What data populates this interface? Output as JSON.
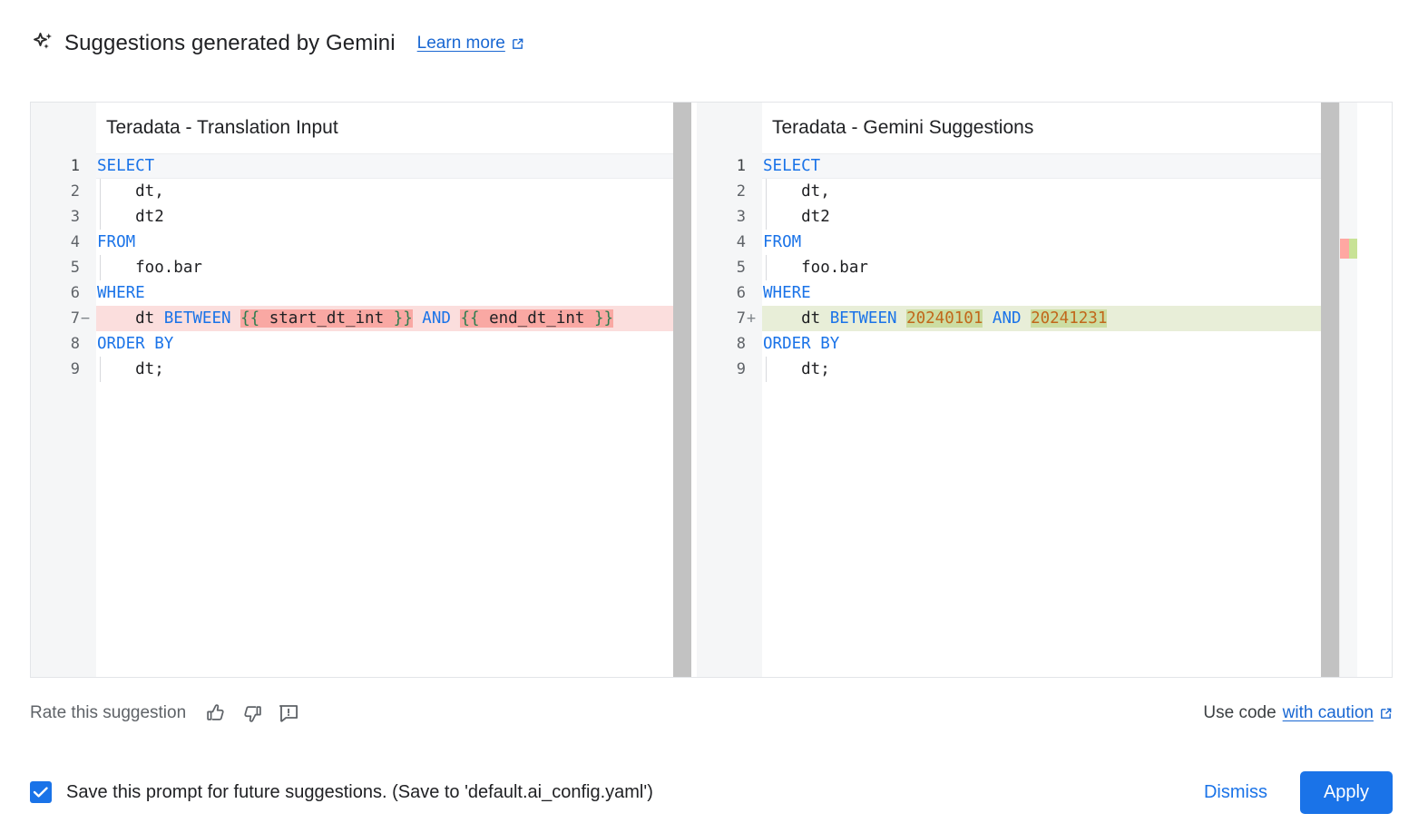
{
  "header": {
    "icon": "sparkle-icon",
    "title": "Suggestions generated by Gemini",
    "learn_more": "Learn more",
    "learn_more_icon": "external-link-icon"
  },
  "diff": {
    "left": {
      "title": "Teradata - Translation Input",
      "lines": [
        {
          "num": "1",
          "sign": "",
          "state": "current",
          "indented": false,
          "tokens": [
            {
              "t": "SELECT",
              "c": "kw"
            }
          ]
        },
        {
          "num": "2",
          "sign": "",
          "state": "",
          "indented": true,
          "tokens": [
            {
              "t": "    dt,",
              "c": "txt"
            }
          ]
        },
        {
          "num": "3",
          "sign": "",
          "state": "",
          "indented": true,
          "tokens": [
            {
              "t": "    dt2",
              "c": "txt"
            }
          ]
        },
        {
          "num": "4",
          "sign": "",
          "state": "",
          "indented": false,
          "tokens": [
            {
              "t": "FROM",
              "c": "kw"
            }
          ]
        },
        {
          "num": "5",
          "sign": "",
          "state": "",
          "indented": true,
          "tokens": [
            {
              "t": "    foo.bar",
              "c": "txt"
            }
          ]
        },
        {
          "num": "6",
          "sign": "",
          "state": "",
          "indented": false,
          "tokens": [
            {
              "t": "WHERE",
              "c": "kw"
            }
          ]
        },
        {
          "num": "7",
          "sign": "−",
          "state": "del",
          "indented": false,
          "tokens": [
            {
              "t": "    dt ",
              "c": "txt"
            },
            {
              "t": "BETWEEN",
              "c": "kw"
            },
            {
              "t": " ",
              "c": "txt"
            },
            {
              "t": "{{",
              "c": "brace",
              "hl": "hl-del"
            },
            {
              "t": " start_dt_int ",
              "c": "txt",
              "hl": "hl-del"
            },
            {
              "t": "}}",
              "c": "brace",
              "hl": "hl-del"
            },
            {
              "t": " ",
              "c": "txt"
            },
            {
              "t": "AND",
              "c": "kw"
            },
            {
              "t": " ",
              "c": "txt"
            },
            {
              "t": "{{",
              "c": "brace",
              "hl": "hl-del"
            },
            {
              "t": " end_dt_int ",
              "c": "txt",
              "hl": "hl-del"
            },
            {
              "t": "}}",
              "c": "brace",
              "hl": "hl-del"
            }
          ]
        },
        {
          "num": "8",
          "sign": "",
          "state": "",
          "indented": false,
          "tokens": [
            {
              "t": "ORDER BY",
              "c": "kw"
            }
          ]
        },
        {
          "num": "9",
          "sign": "",
          "state": "",
          "indented": true,
          "tokens": [
            {
              "t": "    dt;",
              "c": "txt"
            }
          ]
        }
      ]
    },
    "right": {
      "title": "Teradata - Gemini Suggestions",
      "lines": [
        {
          "num": "1",
          "sign": "",
          "state": "current",
          "indented": false,
          "tokens": [
            {
              "t": "SELECT",
              "c": "kw"
            }
          ]
        },
        {
          "num": "2",
          "sign": "",
          "state": "",
          "indented": true,
          "tokens": [
            {
              "t": "    dt,",
              "c": "txt"
            }
          ]
        },
        {
          "num": "3",
          "sign": "",
          "state": "",
          "indented": true,
          "tokens": [
            {
              "t": "    dt2",
              "c": "txt"
            }
          ]
        },
        {
          "num": "4",
          "sign": "",
          "state": "",
          "indented": false,
          "tokens": [
            {
              "t": "FROM",
              "c": "kw"
            }
          ]
        },
        {
          "num": "5",
          "sign": "",
          "state": "",
          "indented": true,
          "tokens": [
            {
              "t": "    foo.bar",
              "c": "txt"
            }
          ]
        },
        {
          "num": "6",
          "sign": "",
          "state": "",
          "indented": false,
          "tokens": [
            {
              "t": "WHERE",
              "c": "kw"
            }
          ]
        },
        {
          "num": "7",
          "sign": "+",
          "state": "ins",
          "indented": false,
          "tokens": [
            {
              "t": "    dt ",
              "c": "txt"
            },
            {
              "t": "BETWEEN",
              "c": "kw"
            },
            {
              "t": " ",
              "c": "txt"
            },
            {
              "t": "20240101",
              "c": "numlit",
              "hl": "hl-ins"
            },
            {
              "t": " ",
              "c": "txt"
            },
            {
              "t": "AND",
              "c": "kw"
            },
            {
              "t": " ",
              "c": "txt"
            },
            {
              "t": "20241231",
              "c": "numlit",
              "hl": "hl-ins"
            }
          ]
        },
        {
          "num": "8",
          "sign": "",
          "state": "",
          "indented": false,
          "tokens": [
            {
              "t": "ORDER BY",
              "c": "kw"
            }
          ]
        },
        {
          "num": "9",
          "sign": "",
          "state": "",
          "indented": true,
          "tokens": [
            {
              "t": "    dt;",
              "c": "txt"
            }
          ]
        }
      ]
    }
  },
  "rate": {
    "label": "Rate this suggestion",
    "thumb_up_icon": "thumb-up-icon",
    "thumb_down_icon": "thumb-down-icon",
    "report_icon": "report-icon",
    "caution_prefix": "Use code",
    "caution_link": "with caution",
    "caution_icon": "external-link-icon"
  },
  "bottom": {
    "checkbox_checked": true,
    "save_label": "Save this prompt for future suggestions. (Save to 'default.ai_config.yaml')",
    "dismiss_label": "Dismiss",
    "apply_label": "Apply"
  },
  "colors": {
    "accent": "#1a73e8",
    "link": "#1967d2",
    "delete_line": "#fbdedd",
    "delete_token": "#f9a8a3",
    "insert_line": "#e8eed8",
    "insert_token": "#ccdda2",
    "keyword": "#1a73e8",
    "number_literal": "#c1671a",
    "brace": "#2e7d4f"
  }
}
